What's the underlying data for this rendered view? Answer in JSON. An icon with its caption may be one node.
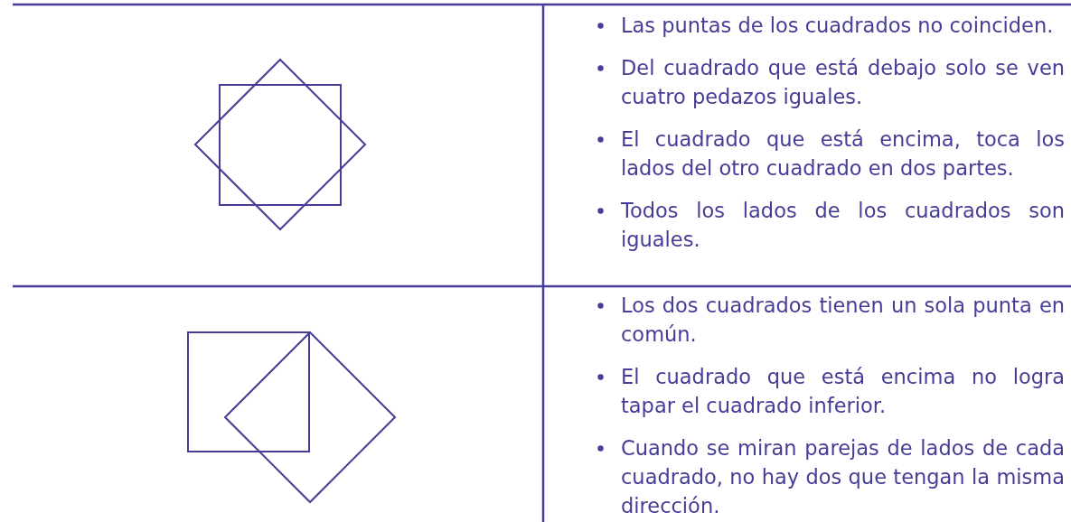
{
  "diagram": {
    "labels": [
      "Las puntas de los cuadrados no coinciden.",
      "Del cuadrado que está debajo solo se ven cuatro pedazos iguales.",
      "El cuadrado que está encima, toca los lados del otro cuadrado en dos partes.",
      "Todos los lados de los cuadrados son iguales.",
      "Los dos cuadrados tienen un sola punta en común.",
      "El cuadrado que está encima no logra tapar el cuadrado inferior.",
      "Cuando se miran parejas de lados de cada cuadrado, no hay dos que tengan la misma dirección."
    ]
  }
}
